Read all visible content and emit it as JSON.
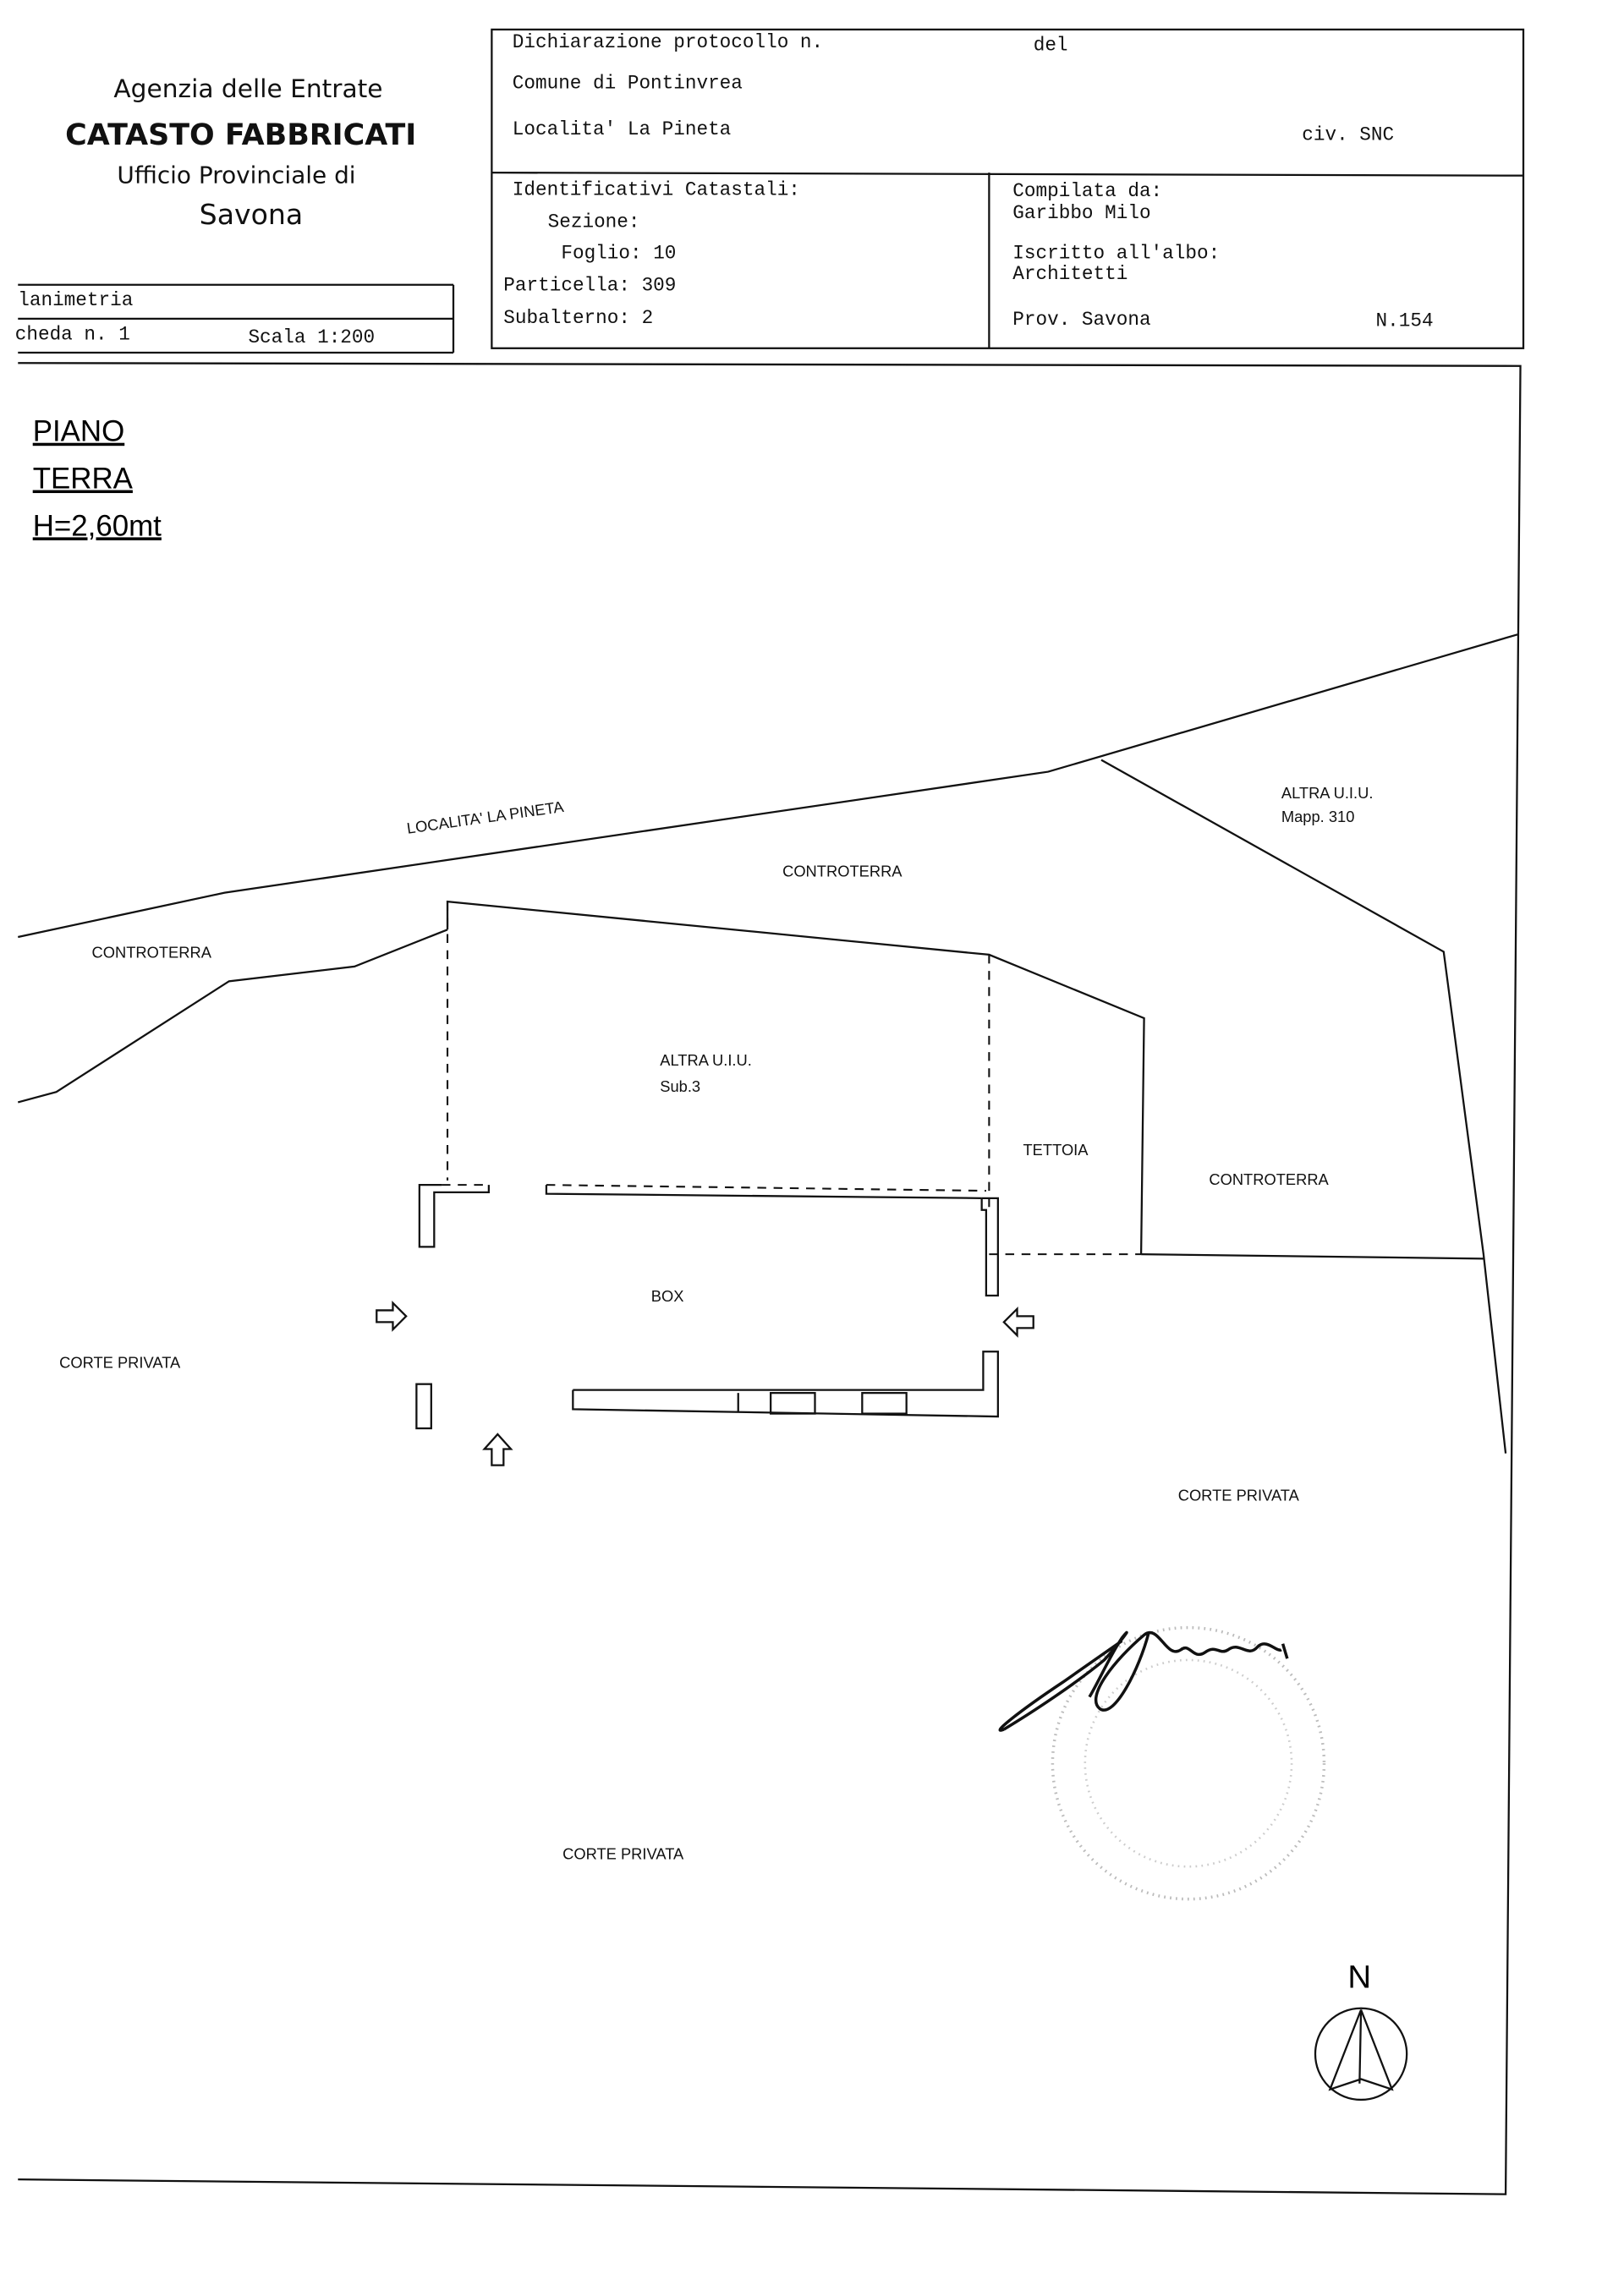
{
  "header": {
    "agency": "Agenzia delle Entrate",
    "title": "CATASTO FABBRICATI",
    "office": "Ufficio Provinciale di",
    "city": "Savona"
  },
  "sheet": {
    "type": "lanimetria",
    "scheda": "cheda n. 1",
    "scale": "Scala 1:200"
  },
  "declaration": {
    "protocol": "Dichiarazione protocollo n.",
    "del": "del",
    "comune": "Comune di Pontinvrea",
    "localita": "Localita' La Pineta",
    "civ": "civ. SNC"
  },
  "identifiers": {
    "title": "Identificativi Catastali:",
    "sezione": "Sezione:",
    "foglio": "Foglio: 10",
    "particella": "Particella: 309",
    "subalterno": "Subalterno: 2"
  },
  "compiler": {
    "label": "Compilata da:",
    "name": "Garibbo Milo",
    "albo_label": "Iscritto all'albo:",
    "albo": "Architetti",
    "prov": "Prov. Savona",
    "number": "N.154"
  },
  "floor": {
    "line1": "PIANO",
    "line2": "TERRA",
    "height": "H=2,60mt"
  },
  "plan_labels": {
    "road": "LOCALITA' LA PINETA",
    "controterra_top": "CONTROTERRA",
    "controterra_left": "CONTROTERRA",
    "controterra_right": "CONTROTERRA",
    "altra_uiu_mapp": "ALTRA U.I.U.",
    "mapp": "Mapp. 310",
    "altra_uiu_sub": "ALTRA U.I.U.",
    "sub": "Sub.3",
    "tettoia": "TETTOIA",
    "box": "BOX",
    "corte_left": "CORTE PRIVATA",
    "corte_right": "CORTE PRIVATA",
    "corte_bottom": "CORTE PRIVATA"
  },
  "north": "N"
}
